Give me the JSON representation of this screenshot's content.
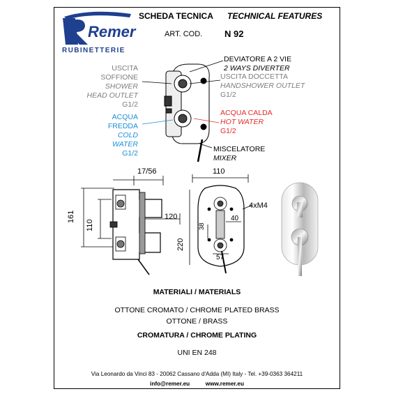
{
  "brand": {
    "logo_text": "Remer",
    "subtitle": "RUBINETTERIE",
    "color": "#1f3f8f"
  },
  "header": {
    "title_it": "SCHEDA TECNICA",
    "title_en": "TECHNICAL FEATURES",
    "art_label": "ART. COD.",
    "art_code": "N 92"
  },
  "callouts": {
    "diverter": [
      "DEVIATORE A 2 VIE",
      "2 WAYS DIVERTER"
    ],
    "shower_outlet": [
      "USCITA",
      "SOFFIONE",
      "SHOWER",
      "HEAD OUTLET",
      "G1/2"
    ],
    "handshower_outlet": [
      "USCITA DOCCETTA",
      "HANDSHOWER OUTLET",
      "G1/2"
    ],
    "cold_water": [
      "ACQUA",
      "FREDDA",
      "COLD",
      "WATER",
      "G1/2"
    ],
    "hot_water": [
      "ACQUA CALDA",
      "HOT WATER",
      "G1/2"
    ],
    "mixer": [
      "MISCELATORE",
      "MIXER"
    ]
  },
  "dimensions": {
    "top_depth": "17/56",
    "width": "110",
    "height_total": "161",
    "height_inner": "110",
    "projection": "120",
    "plate_height": "220",
    "inner_38": "38",
    "inner_40": "40",
    "inner_57": "57",
    "screws": "4xM4"
  },
  "materials": {
    "heading": "MATERIALI / MATERIALS",
    "line1": "OTTONE CROMATO / CHROME PLATED BRASS",
    "line2": "OTTONE / BRASS",
    "plating_heading": "CROMATURA / CHROME PLATING",
    "standard": "UNI EN 248"
  },
  "footer": {
    "address": "Via Leonardo da Vinci 83 - 20062 Cassano d'Adda (MI) Italy - Tel. +39-0363 364211",
    "email": "info@remer.eu",
    "website": "www.remer.eu"
  },
  "colors": {
    "blue_label": "#1b8fd6",
    "red_label": "#e32a2a",
    "grey_label": "#7d7d7d"
  }
}
